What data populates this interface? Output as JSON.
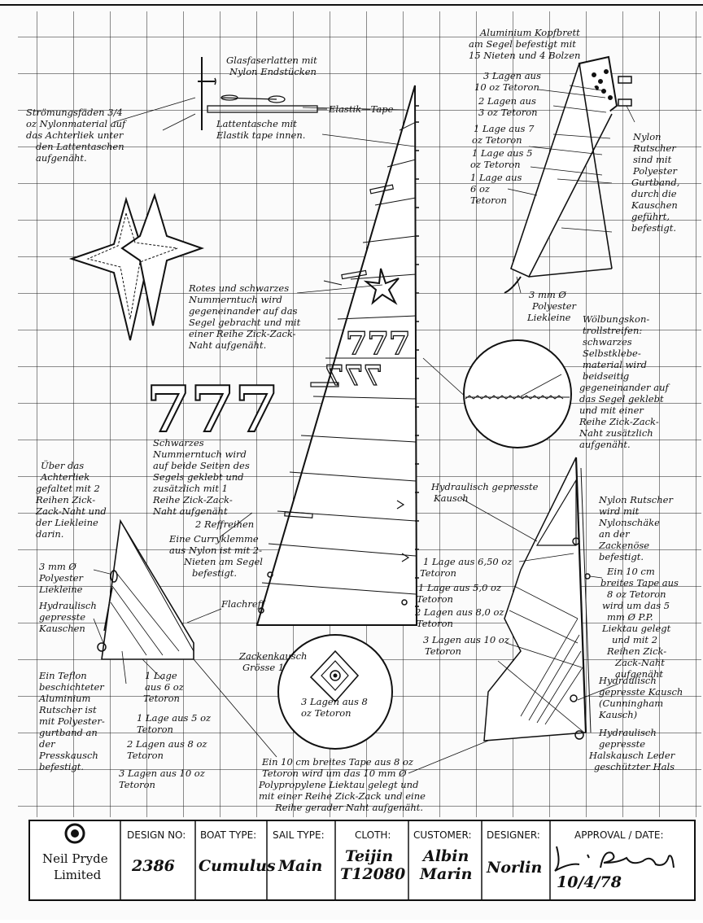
{
  "labels": {
    "glasfaser": [
      "Glasfaserlatten mit",
      "Nylon Endstücken"
    ],
    "elastik": "Elastik—Tape",
    "lattentasche": [
      "Lattentasche mit",
      "Elastik tape innen."
    ],
    "stroemung": [
      "Strömungsfäden 3/4",
      "oz Nylonmaterial auf",
      "das Achterliek unter",
      "den Lattentaschen",
      "aufgenäht."
    ],
    "kopfbrett": [
      "Aluminium Kopfbrett",
      "am Segel befestigt mit",
      "15 Nieten und 4 Bolzen"
    ],
    "lagen3_10": [
      "3 Lagen aus",
      "10 oz Tetoron"
    ],
    "lagen2_3": [
      "2 Lagen aus",
      "3 oz Tetoron"
    ],
    "lage1_7": [
      "1 Lage aus 7",
      "oz Tetoron"
    ],
    "lage1_5": [
      "1 Lage aus 5",
      "oz Tetoron"
    ],
    "lage1_6": [
      "1 Lage aus",
      "6 oz",
      "Tetoron"
    ],
    "nylon_rutscher_top": [
      "Nylon",
      "Rutscher",
      "sind mit",
      "Polyester",
      "Gurtband,",
      "durch die",
      "Kauschen",
      "geführt,",
      "befestigt."
    ],
    "liekleine_top": [
      "3 mm Ø",
      "Polyester",
      "Liekleine"
    ],
    "rotes": [
      "Rotes und schwarzes",
      "Nummerntuch wird",
      "gegeneinander auf das",
      "Segel gebracht und mit",
      "einer Reihe Zick-Zack-",
      "Naht aufgenäht."
    ],
    "woelbung": [
      "Wölbungskon-",
      "trollstreifen:",
      "schwarzes",
      "Selbstklebe-",
      "material wird",
      "beidseitig",
      "gegeneinander auf",
      "das Segel geklebt",
      "und mit einer",
      "Reihe Zick-Zack-",
      "Naht zusätzlich",
      "aufgenäht."
    ],
    "schwarzes": [
      "Schwarzes",
      "Nummerntuch wird",
      "auf beide Seiten des",
      "Segels geklebt und",
      "zusätzlich mit 1",
      "Reihe Zick-Zack-",
      "Naht aufgenäht"
    ],
    "ueber": [
      "Über das",
      "Achterliek",
      "gefaltet mit 2",
      "Reihen Zick-",
      "Zack-Naht und",
      "der Liekleine",
      "darin."
    ],
    "hydr_kausch_r": [
      "Hydraulisch gepresste",
      "Kausch"
    ],
    "nylon_rutscher_r": [
      "Nylon Rutscher",
      "wird mit",
      "Nylonschäke",
      "an der",
      "Zackenöse",
      "befestigt."
    ],
    "reffreihen": "2 Reffreihen",
    "curryklemme": [
      "Eine Curryklemme",
      "aus Nylon ist mit 2-",
      "Nieten am Segel",
      "befestigt."
    ],
    "liekleine_l": [
      "3 mm Ø",
      "Polyester",
      "Liekleine"
    ],
    "hydr_kauschen_l": [
      "Hydraulisch",
      "gepresste",
      "Kauschen"
    ],
    "flachreff": "Flachreff",
    "lage1_650": [
      "1 Lage aus 6,50 oz",
      "Tetoron"
    ],
    "lage1_50": [
      "1 Lage aus 5,0 oz",
      "Tetoron"
    ],
    "lagen2_80": [
      "2 Lagen aus 8,0 oz",
      "Tetoron"
    ],
    "lagen3_10b": [
      "3 Lagen aus 10 oz",
      "Tetoron"
    ],
    "tape_r": [
      "Ein 10 cm",
      "breites Tape aus",
      "8 oz Tetoron",
      "wird um das 5",
      "mm Ø P.P.",
      "Liektau gelegt",
      "und mit 2",
      "Reihen Zick-",
      "Zack-Naht",
      "aufgenäht"
    ],
    "zackenkausch": [
      "Zackenkausch",
      "Grösse 1"
    ],
    "lagen3_8": [
      "3 Lagen aus 8",
      "oz Tetoron"
    ],
    "teflon": [
      "Ein Teflon",
      "beschichteter",
      "Aluminium",
      "Rutscher ist",
      "mit Polyester-",
      "gurtband an",
      "der",
      "Presskausch",
      "befestigt."
    ],
    "lage1_6oz_l": [
      "1 Lage",
      "aus 6 oz",
      "Tetoron"
    ],
    "lage1_5oz_l": [
      "1 Lage aus 5 oz",
      "Tetoron"
    ],
    "lagen2_8oz_l": [
      "2 Lagen aus 8 oz",
      "Tetoron"
    ],
    "lagen3_10oz_l": [
      "3 Lagen aus 10 oz",
      "Tetoron"
    ],
    "hydr_cunningham": [
      "Hydraulisch",
      "gepresste Kausch",
      "(Cunningham",
      "Kausch)"
    ],
    "hydr_hals": [
      "Hydraulisch",
      "gepresste",
      "Halskausch Leder",
      "geschützter Hals"
    ],
    "tape_bottom": [
      "Ein 10 cm breites Tape aus 8 oz",
      "Tetoron wird um das 10 mm Ø",
      "Polypropylene Liektau gelegt und",
      "mit einer Reihe Zick-Zack und eine",
      "Reihe gerader Naht aufgenäht."
    ],
    "sail_number": "777"
  },
  "titleblock": {
    "brand_line1": "Neil Pryde",
    "brand_line2": "Limited",
    "headers": [
      "DESIGN NO:",
      "BOAT TYPE:",
      "SAIL TYPE:",
      "CLOTH:",
      "CUSTOMER:",
      "DESIGNER:",
      "APPROVAL / DATE:"
    ],
    "values": {
      "design_no": "2386",
      "boat_type": "Cumulus",
      "sail_type": "Main",
      "cloth": [
        "Teijin",
        "T12080"
      ],
      "customer": [
        "Albin",
        "Marin"
      ],
      "designer": "Norlin",
      "date": "10/4/78"
    }
  }
}
